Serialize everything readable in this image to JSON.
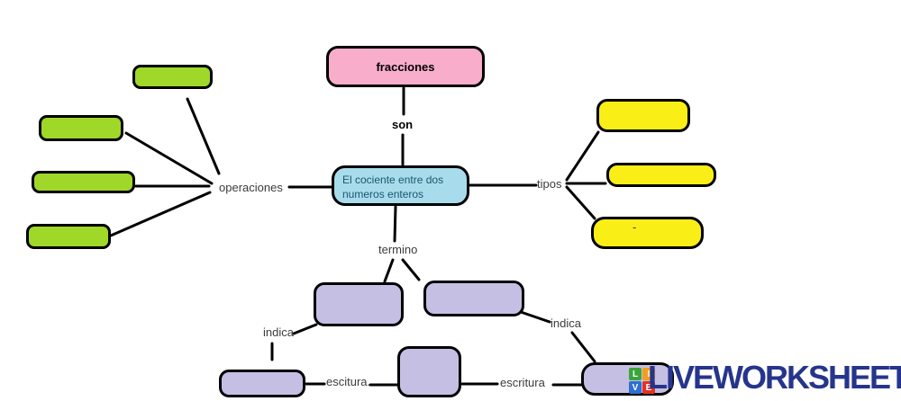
{
  "concept_map": {
    "root_node": "fracciones",
    "link_root": "son",
    "center_line1": "El cociente entre dos",
    "center_line2": "numeros enteros",
    "branch_left": "operaciones",
    "branch_right": "tipos",
    "branch_bottom": "termino",
    "label_indica_left": "indica",
    "label_indica_right": "indica",
    "label_escitura": "escitura.",
    "label_escritura": "escritura",
    "yellow_box_dash": "-"
  },
  "colors": {
    "pink": "#f8aecb",
    "blue": "#a8dcec",
    "green": "#9fd829",
    "yellow": "#f9ef16",
    "purple": "#c6bfe4",
    "center_text": "#1d566e"
  },
  "watermark": {
    "brand": "LIVEWORKSHEETS",
    "brand_color": "#26358c",
    "logo_cells": [
      {
        "letter": "L",
        "color": "#3ba53a"
      },
      {
        "letter": "I",
        "color": "#f59d1e"
      },
      {
        "letter": "V",
        "color": "#2e6fd0"
      },
      {
        "letter": "E",
        "color": "#e33124"
      }
    ]
  }
}
